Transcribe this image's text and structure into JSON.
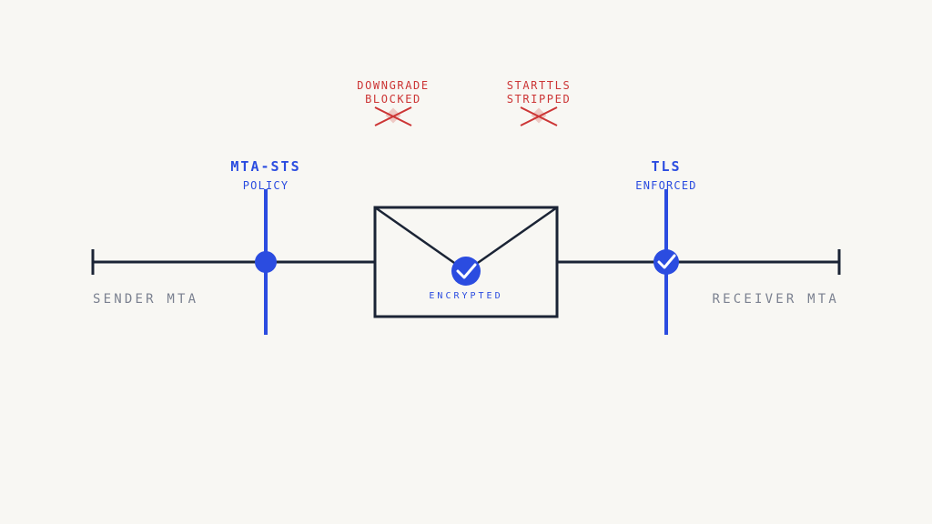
{
  "colors": {
    "background": "#f8f7f3",
    "ink": "#1b2435",
    "accent": "#2b4ce0",
    "threat": "#cc3535",
    "threat_fade": "#eec9c4",
    "muted": "#7b8190",
    "check": "#ffffff"
  },
  "endpoints": {
    "sender": "SENDER MTA",
    "receiver": "RECEIVER MTA"
  },
  "checkpoints": {
    "policy": {
      "title": "MTA-STS",
      "subtitle": "POLICY",
      "icon": "dot-icon"
    },
    "tls": {
      "title": "TLS",
      "subtitle": "ENFORCED",
      "icon": "check-icon"
    }
  },
  "envelope": {
    "label": "ENCRYPTED",
    "icon": "envelope-icon",
    "badge_icon": "check-icon"
  },
  "threats": [
    {
      "line1": "DOWNGRADE",
      "line2": "BLOCKED",
      "icon": "cross-icon"
    },
    {
      "line1": "STARTTLS",
      "line2": "STRIPPED",
      "icon": "cross-icon"
    }
  ]
}
